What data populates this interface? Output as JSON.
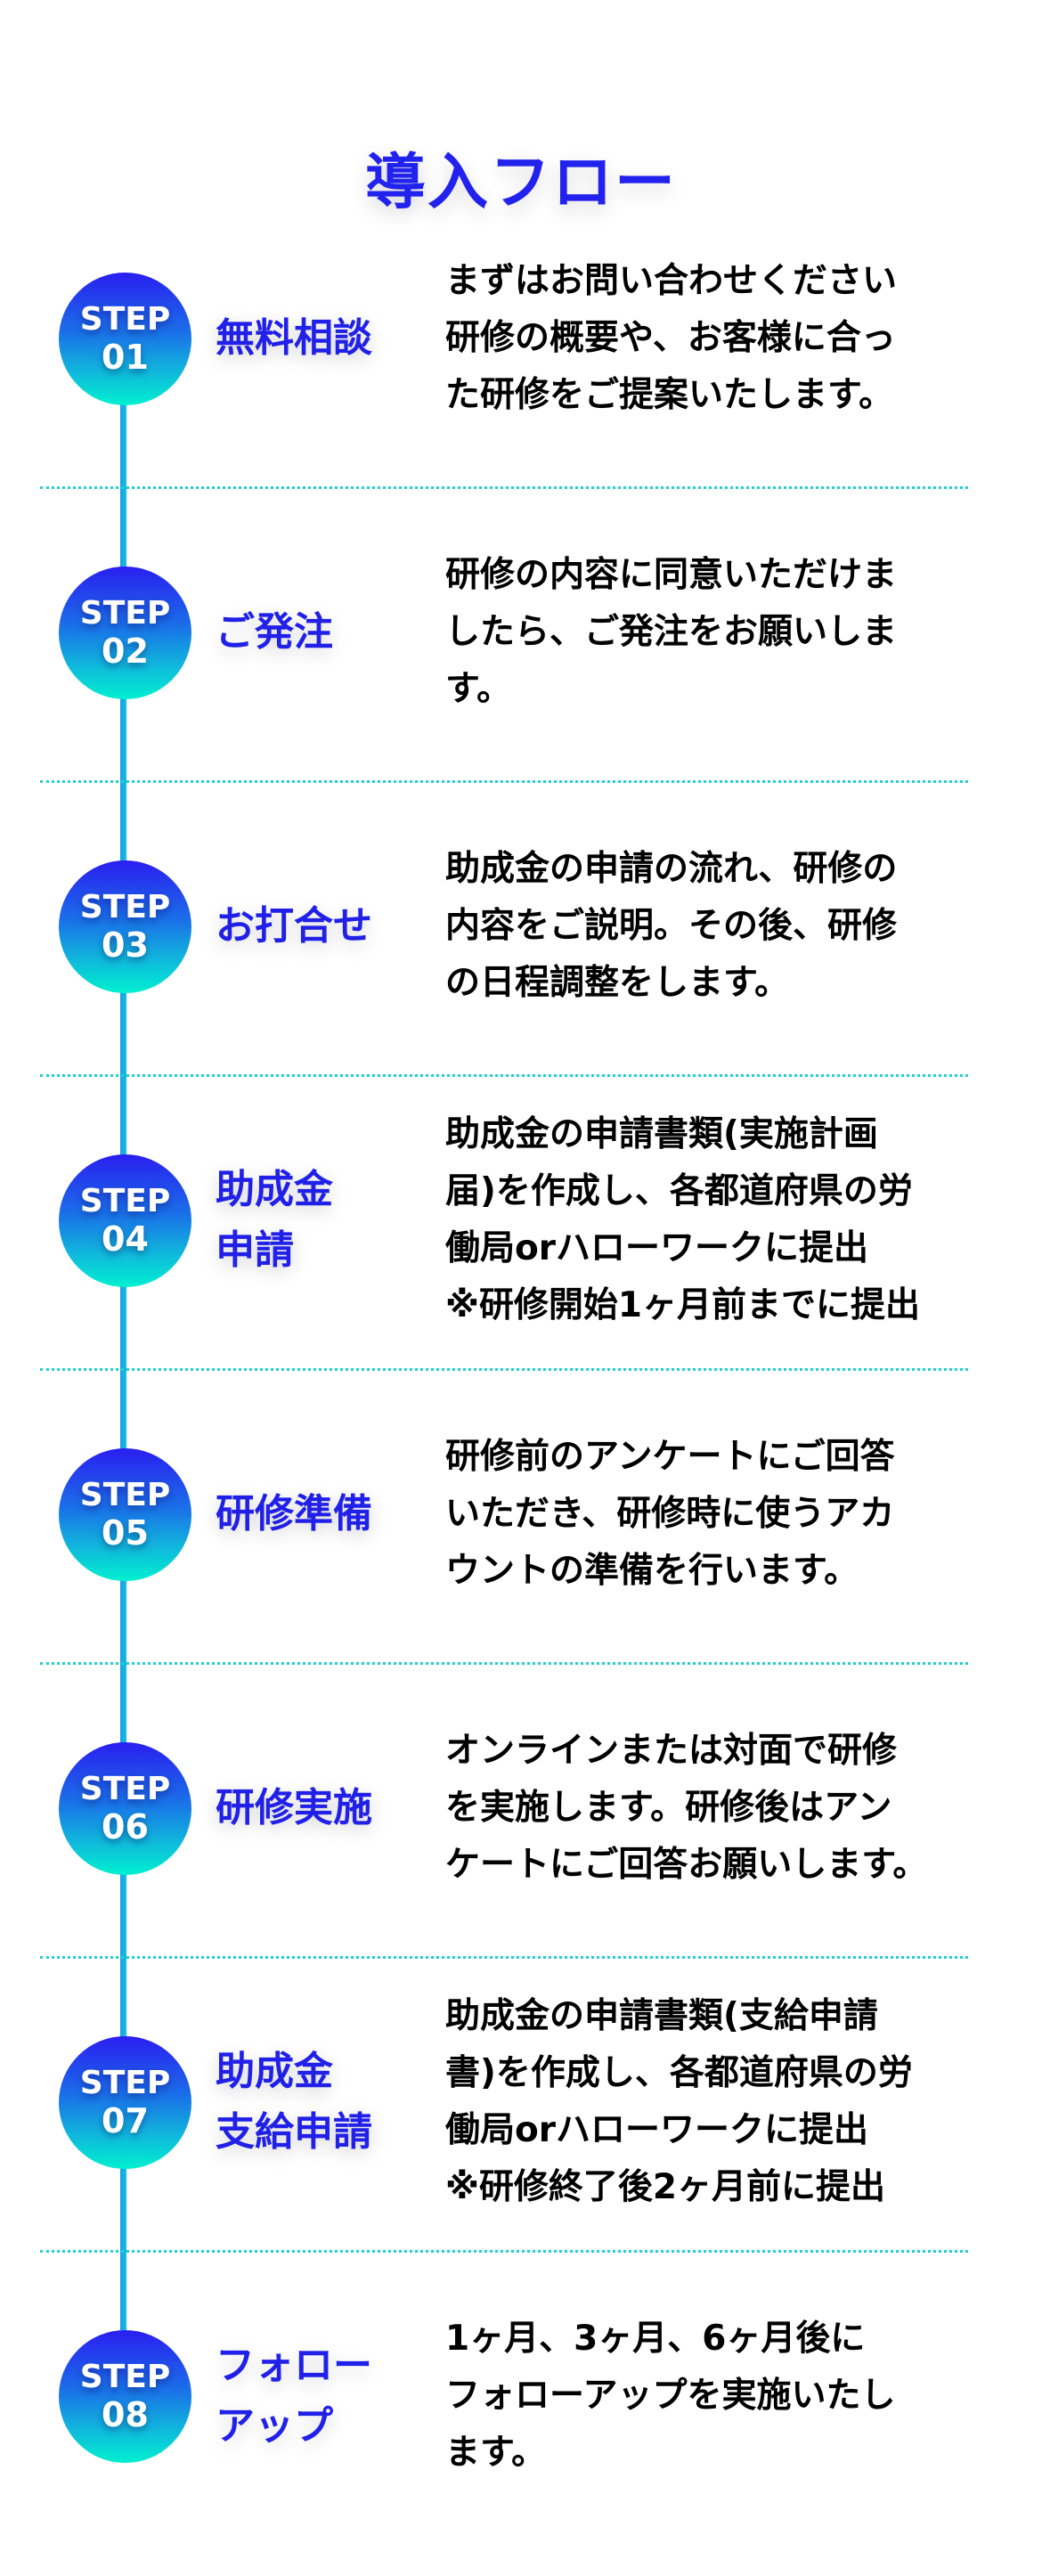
{
  "page": {
    "title": "導入フロー"
  },
  "colors": {
    "title": "#2222ee",
    "step_title": "#2020e8",
    "circle_gradient_top": "#2a1ef0",
    "circle_gradient_bottom": "#00f0d0",
    "timeline": "#12a8e4",
    "divider": "#1fd0d0",
    "description": "#000000"
  },
  "steps": [
    {
      "label": "STEP",
      "number": "01",
      "title_lines": [
        "無料相談"
      ],
      "desc_lines": [
        "まずはお問い合わせください",
        "研修の概要や、お客様に合っ",
        "た研修をご提案いたします。"
      ]
    },
    {
      "label": "STEP",
      "number": "02",
      "title_lines": [
        "ご発注"
      ],
      "desc_lines": [
        "研修の内容に同意いただけま",
        "したら、ご発注をお願いしま",
        "す。"
      ]
    },
    {
      "label": "STEP",
      "number": "03",
      "title_lines": [
        "お打合せ"
      ],
      "desc_lines": [
        "助成金の申請の流れ、研修の",
        "内容をご説明。その後、研修",
        "の日程調整をします。"
      ]
    },
    {
      "label": "STEP",
      "number": "04",
      "title_lines": [
        "助成金",
        "申請"
      ],
      "desc_lines": [
        "助成金の申請書類(実施計画",
        "届)を作成し、各都道府県の労",
        "働局orハローワークに提出",
        "※研修開始1ヶ月前までに提出"
      ]
    },
    {
      "label": "STEP",
      "number": "05",
      "title_lines": [
        "研修準備"
      ],
      "desc_lines": [
        "研修前のアンケートにご回答",
        "いただき、研修時に使うアカ",
        "ウントの準備を行います。"
      ]
    },
    {
      "label": "STEP",
      "number": "06",
      "title_lines": [
        "研修実施"
      ],
      "desc_lines": [
        "オンラインまたは対面で研修",
        "を実施します。研修後はアン",
        "ケートにご回答お願いします。"
      ]
    },
    {
      "label": "STEP",
      "number": "07",
      "title_lines": [
        "助成金",
        "支給申請"
      ],
      "desc_lines": [
        "助成金の申請書類(支給申請",
        "書)を作成し、各都道府県の労",
        "働局orハローワークに提出",
        "※研修終了後2ヶ月前に提出"
      ]
    },
    {
      "label": "STEP",
      "number": "08",
      "title_lines": [
        "フォロー",
        "アップ"
      ],
      "desc_lines": [
        "1ヶ月、3ヶ月、6ヶ月後に",
        "フォローアップを実施いたし",
        "ます。"
      ]
    }
  ]
}
